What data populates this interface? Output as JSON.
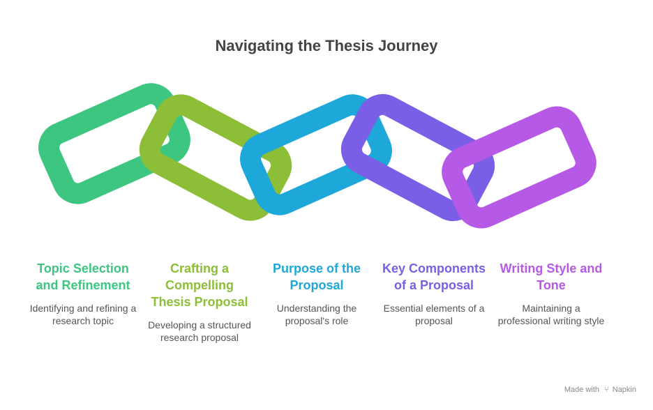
{
  "title": "Navigating the Thesis Journey",
  "stages": [
    {
      "title": "Topic Selection and Refinement",
      "description": "Identifying and refining a research topic",
      "color": "#3DC680"
    },
    {
      "title": "Crafting a Compelling Thesis Proposal",
      "description": "Developing a structured research proposal",
      "color": "#8DBE37"
    },
    {
      "title": "Purpose of the Proposal",
      "description": "Understanding the proposal's role",
      "color": "#1EA8DA"
    },
    {
      "title": "Key Components of a Proposal",
      "description": "Essential elements of a proposal",
      "color": "#7A5FE6"
    },
    {
      "title": "Writing Style and Tone",
      "description": "Maintaining a professional writing style",
      "color": "#B659E6"
    }
  ],
  "footer": {
    "made_with": "Made with",
    "brand": "Napkin",
    "brand_icon": "napkin-icon"
  }
}
